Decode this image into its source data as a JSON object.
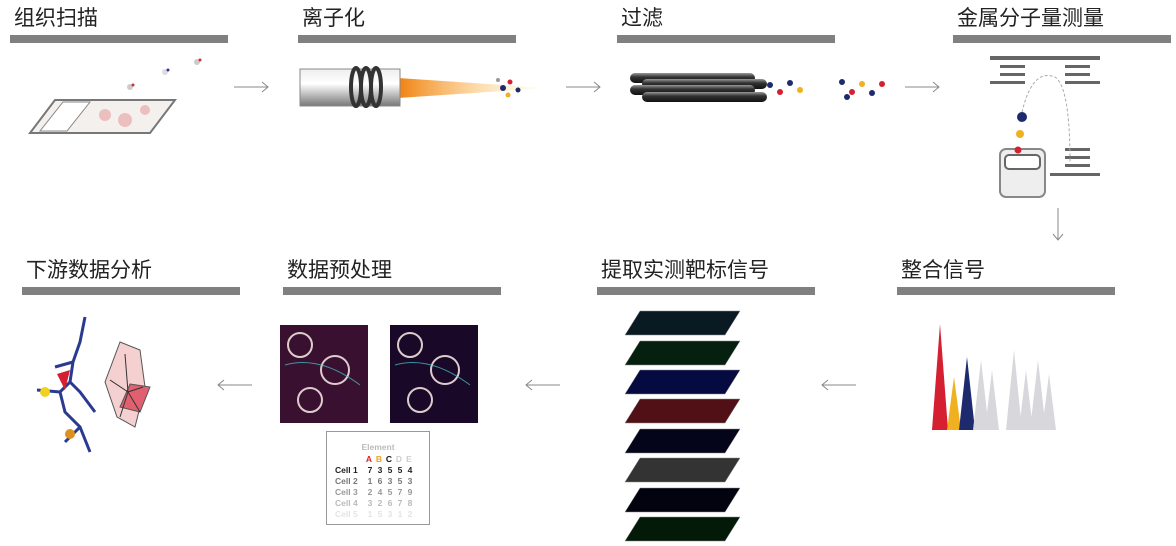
{
  "steps": [
    {
      "title": "组织扫描"
    },
    {
      "title": "离子化"
    },
    {
      "title": "过滤"
    },
    {
      "title": "金属分子量测量"
    },
    {
      "title": "整合信号"
    },
    {
      "title": "提取实测靶标信号"
    },
    {
      "title": "数据预处理"
    },
    {
      "title": "下游数据分析"
    }
  ],
  "table": {
    "header": "Element",
    "columns": [
      "A",
      "B",
      "C",
      "D",
      "E"
    ],
    "column_colors": [
      "#e02020",
      "#f0a020",
      "#111111",
      "#cccccc",
      "#cccccc"
    ],
    "rows": [
      {
        "label": "Cell 1",
        "values": [
          "7",
          "3",
          "5",
          "5",
          "4"
        ]
      },
      {
        "label": "Cell 2",
        "values": [
          "1",
          "6",
          "3",
          "5",
          "3"
        ]
      },
      {
        "label": "Cell 3",
        "values": [
          "2",
          "4",
          "5",
          "7",
          "9"
        ]
      },
      {
        "label": "Cell 4",
        "values": [
          "3",
          "2",
          "6",
          "7",
          "8"
        ]
      },
      {
        "label": "Cell 5",
        "values": [
          "1",
          "5",
          "3",
          "1",
          "2"
        ]
      }
    ]
  },
  "colors": {
    "bar": "#808080",
    "red": "#d42030",
    "yellow": "#f0b020",
    "navy": "#1e2a6e",
    "grey": "#d8d8dc"
  }
}
